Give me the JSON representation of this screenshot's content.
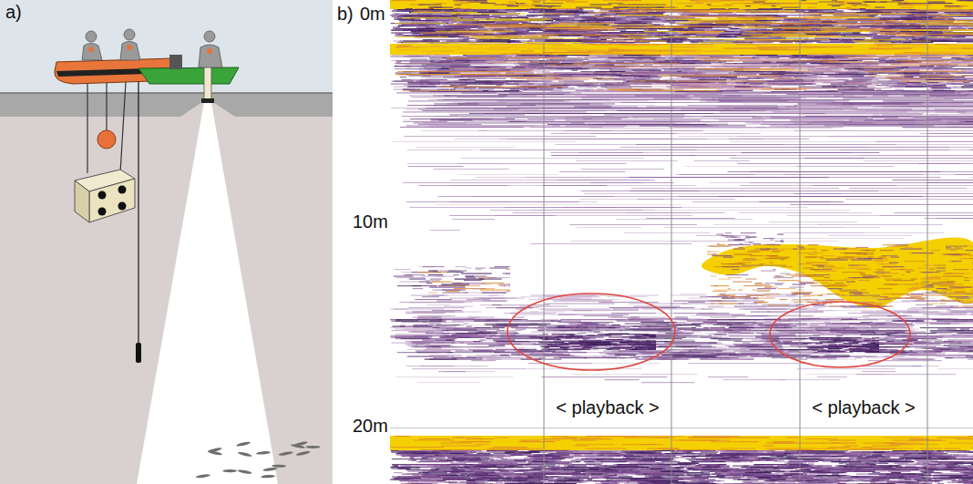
{
  "diagram": {
    "labels": [
      "a)",
      "b)",
      "0m",
      "10m",
      "20m",
      "< playback >",
      "< playback >"
    ]
  }
}
